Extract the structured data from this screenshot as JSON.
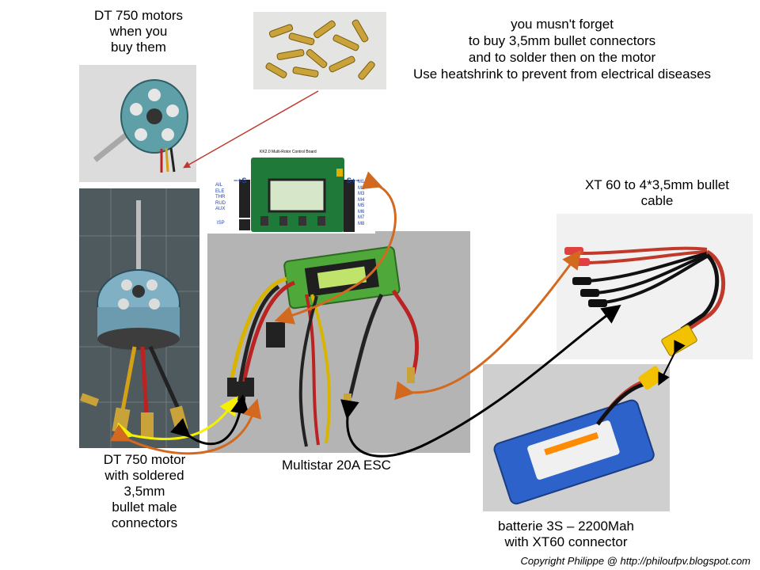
{
  "labels": {
    "motor_new": [
      "DT 750 motors",
      "when you",
      "buy them"
    ],
    "bullet_note": [
      "you musn't forget",
      "to buy 3,5mm bullet connectors",
      "and to solder then on the motor",
      "Use heatshrink to prevent from electrical diseases"
    ],
    "xt60_cable": [
      "XT 60 to 4*3,5mm bullet",
      "cable"
    ],
    "motor_soldered": [
      "DT 750 motor",
      "with soldered",
      "3,5mm",
      "bullet male",
      "connectors"
    ],
    "esc": "Multistar 20A ESC",
    "battery": [
      "batterie 3S – 2200Mah",
      "with XT60 connector"
    ],
    "copyright": "Copyright Philippe @ http://philoufpv.blogspot.com"
  },
  "board": {
    "title": "KK2.0 Multi-Rotor Control Board",
    "left_top": "−+S",
    "right_top": "S+−",
    "inputs": [
      "AIL",
      "ELE",
      "THR",
      "RUD",
      "AUX"
    ],
    "isp": "ISP",
    "outputs": [
      "M1",
      "M2",
      "M3",
      "M4",
      "M5",
      "M6",
      "M7",
      "M8"
    ]
  },
  "colors": {
    "orange_arrow": "#d2691e",
    "black_arrow": "#000000",
    "yellow_arrow": "#f5f000",
    "red_arrow": "#c0392b"
  }
}
